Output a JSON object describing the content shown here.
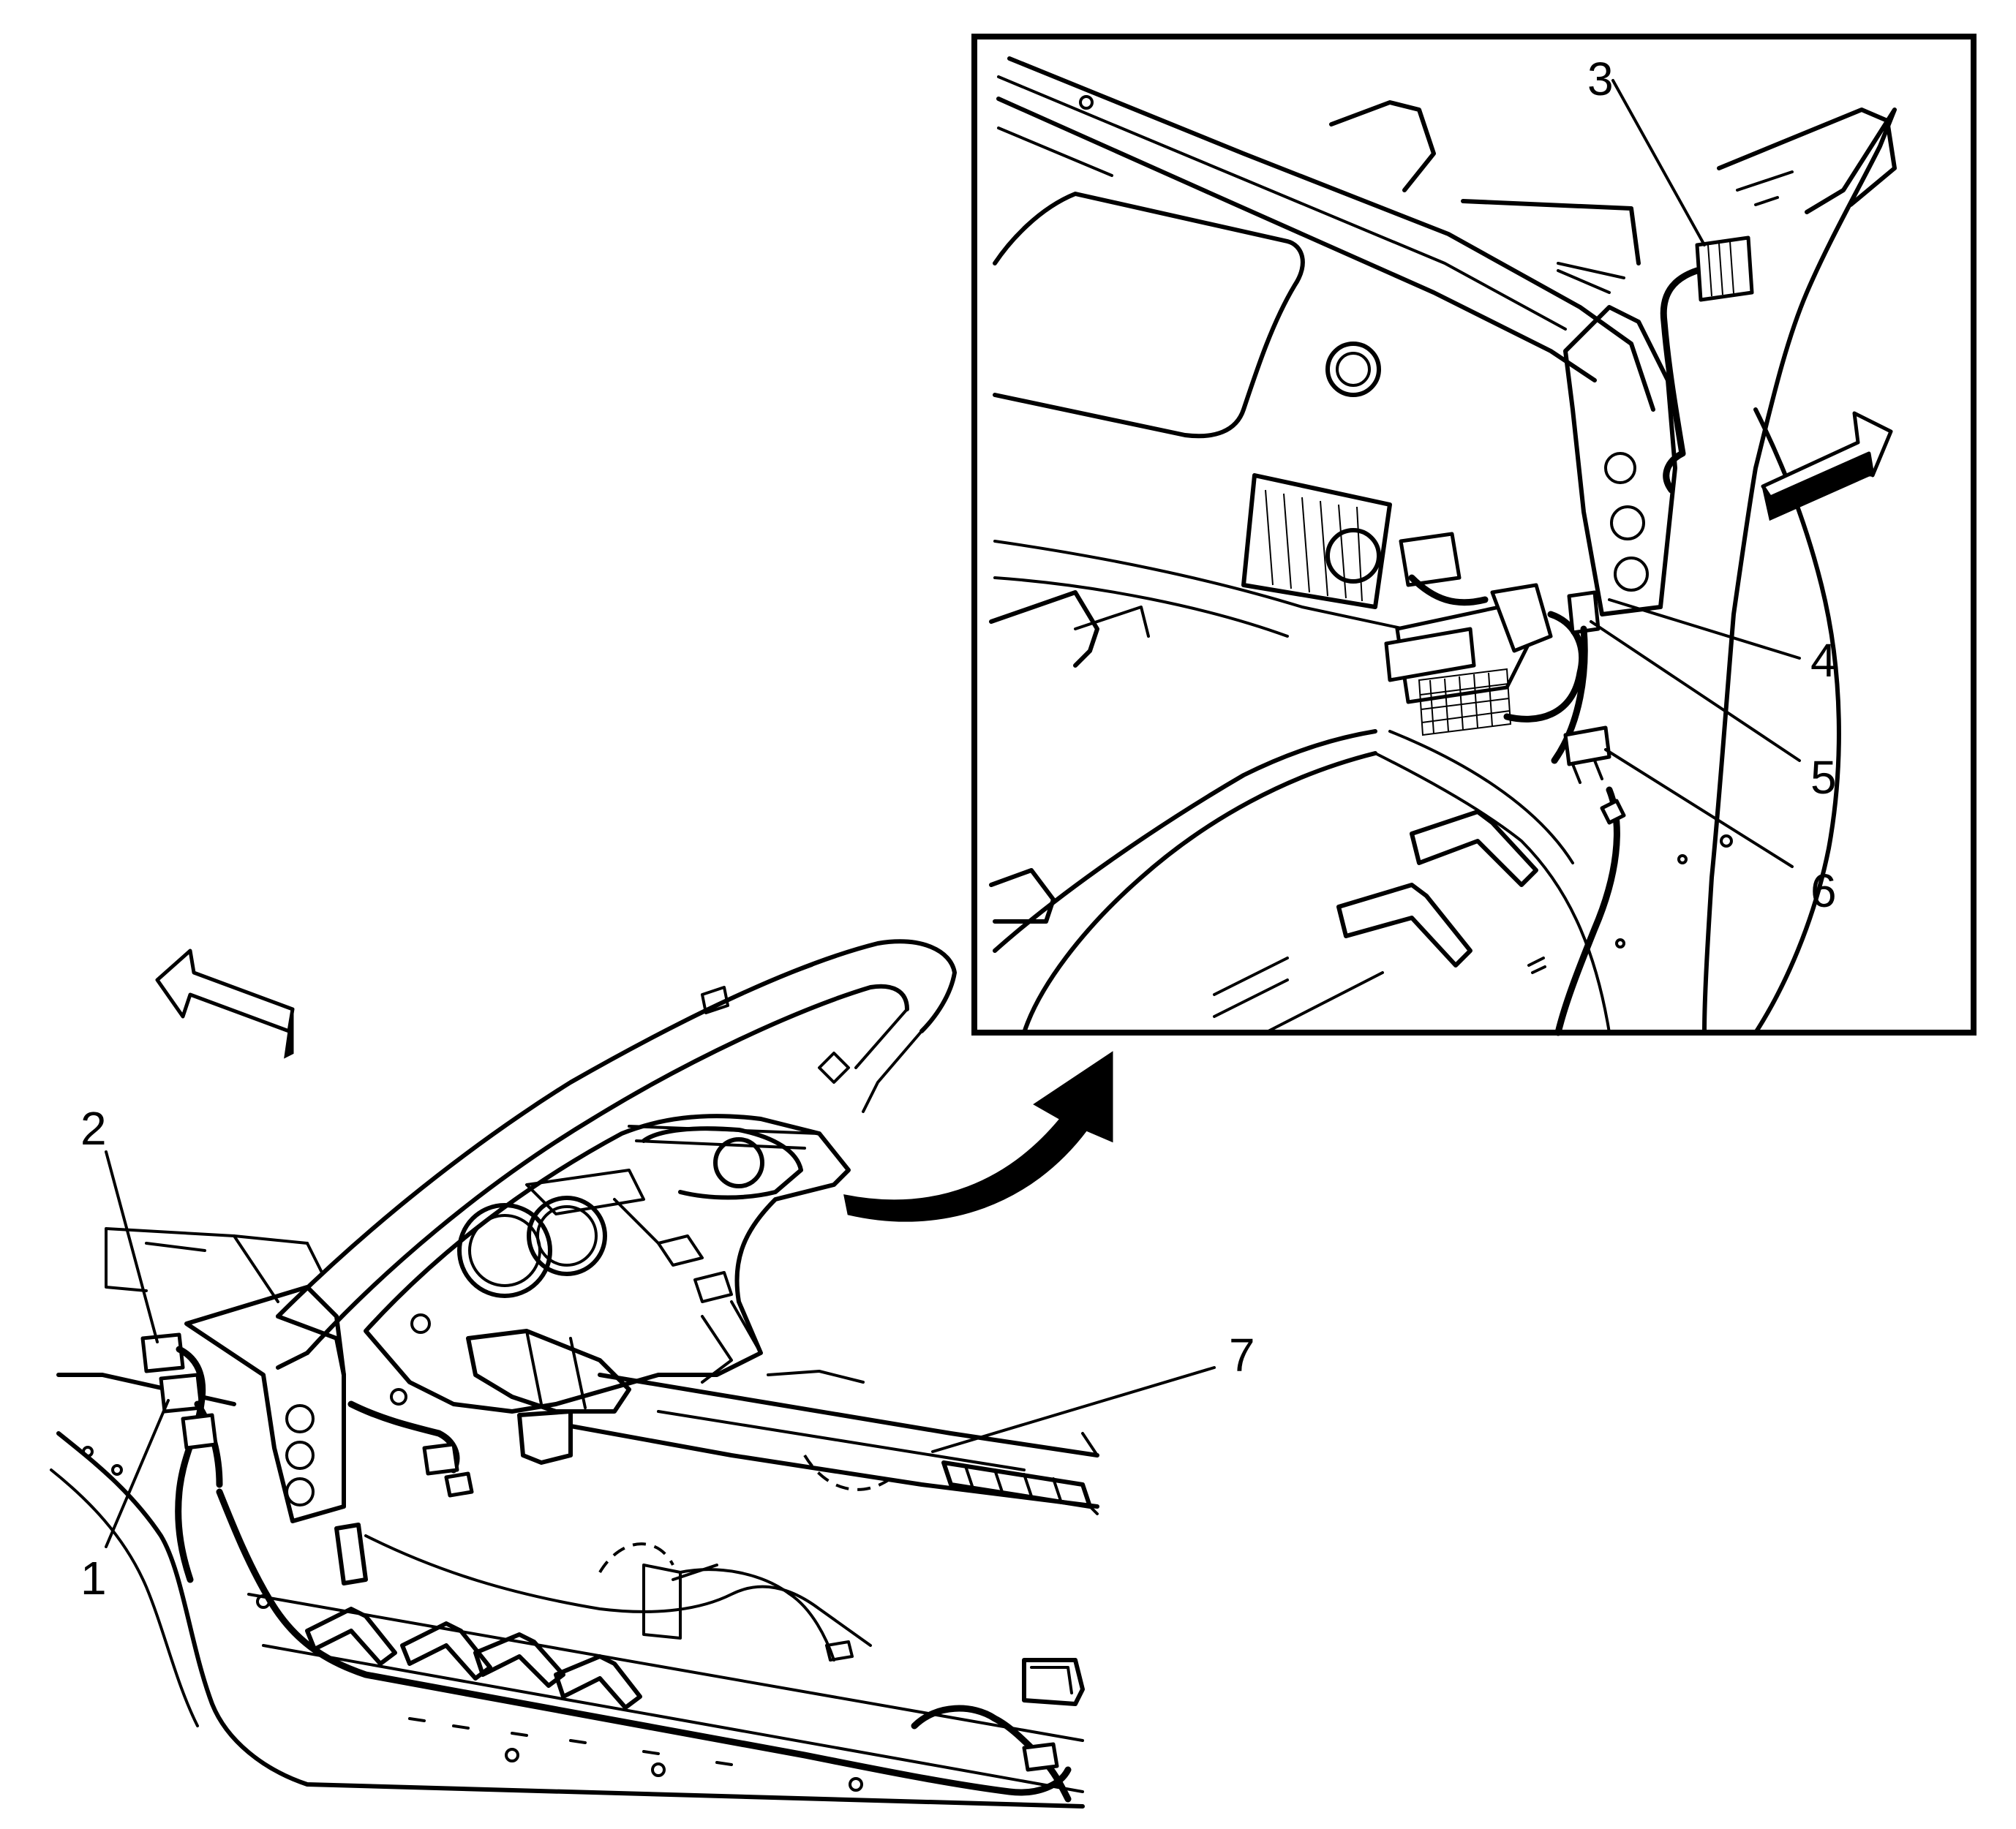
{
  "callouts": {
    "c1": "1",
    "c2": "2",
    "c3": "3",
    "c4": "4",
    "c5": "5",
    "c6": "6",
    "c7": "7"
  },
  "icons": {
    "forward_arrow_main": "front-direction-arrow-icon",
    "forward_arrow_detail": "front-direction-arrow-icon",
    "magnify_arrow": "curved-detail-arrow-icon"
  },
  "colors": {
    "line": "#000000",
    "background": "#ffffff"
  }
}
